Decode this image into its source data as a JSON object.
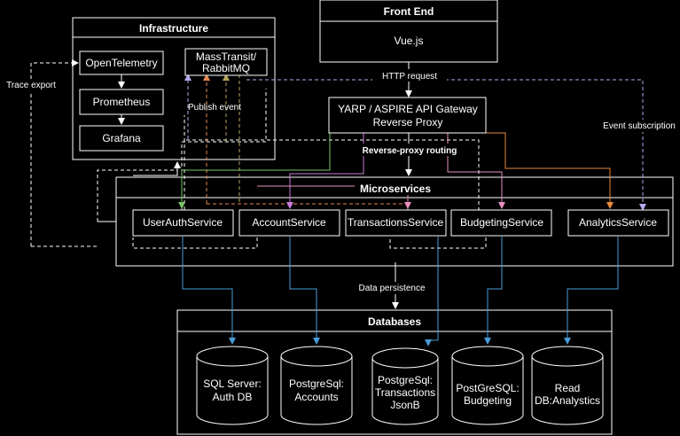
{
  "frontend": {
    "title": "Front End",
    "framework": "Vue.js"
  },
  "gateway": {
    "line1": "YARP / ASPIRE API Gateway",
    "line2": "Reverse Proxy"
  },
  "infrastructure": {
    "title": "Infrastructure",
    "opentelemetry": "OpenTelemetry",
    "prometheus": "Prometheus",
    "grafana": "Grafana",
    "broker_line1": "MassTransit/",
    "broker_line2": "RabbitMQ",
    "publish_event": "Publish event"
  },
  "edges": {
    "http_request": "HTTP request",
    "reverse_proxy_routing": "Reverse-proxy routing",
    "trace_export": "Trace export",
    "event_subscription": "Event subscription",
    "data_persistence": "Data persistence"
  },
  "microservices": {
    "title": "Microservices",
    "services": [
      "UserAuthService",
      "AccountService",
      "TransactionsService",
      "BudgetingService",
      "AnalyticsService"
    ]
  },
  "databases": {
    "title": "Databases",
    "items": [
      {
        "line1": "SQL Server:",
        "line2": "Auth DB"
      },
      {
        "line1": "PostgreSql:",
        "line2": "Accounts"
      },
      {
        "line1": "PostgreSql:",
        "line2": "Transactions",
        "line3": "JsonB"
      },
      {
        "line1": "PostGreSQL:",
        "line2": "Budgeting"
      },
      {
        "line1": "Read",
        "line2": "DB:Analystics"
      }
    ]
  },
  "colors": {
    "background": "#000000",
    "stroke": "#ffffff",
    "persistence": "#4a9bd6",
    "useraccount_route": "#7ac36a",
    "account_route": "#c77dd9",
    "transactions_route": "#e991c0",
    "budgeting_route": "#e68a3c",
    "analytics_route": "#c8a04a",
    "event_lilac": "#b7a6ee",
    "event_orange": "#e8884e",
    "event_olive": "#b4a25a"
  }
}
